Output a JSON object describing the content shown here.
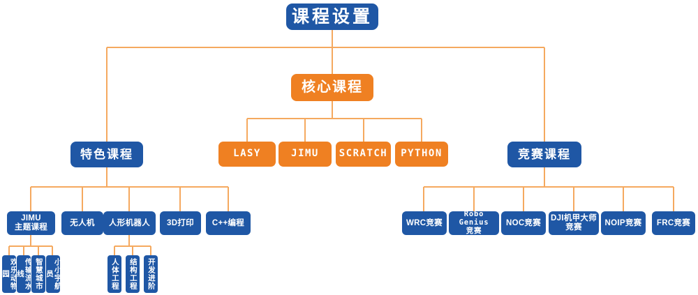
{
  "chart_data": {
    "type": "diagram",
    "title": "课程设置",
    "diagram_kind": "org-tree",
    "colors": {
      "blue": "#1f57a5",
      "orange": "#ef8022",
      "connector": "#f5a95f",
      "background": "#ffffff",
      "text": "#ffffff"
    },
    "nodes": [
      {
        "id": "root",
        "label": "课程设置",
        "color": "blue",
        "level": 0
      },
      {
        "id": "core",
        "label": "核心课程",
        "color": "orange",
        "level": 1
      },
      {
        "id": "featured",
        "label": "特色课程",
        "color": "blue",
        "level": 2
      },
      {
        "id": "competition",
        "label": "竞赛课程",
        "color": "blue",
        "level": 2
      },
      {
        "id": "lasy",
        "label": "LASY",
        "color": "orange",
        "level": 2
      },
      {
        "id": "jimu",
        "label": "JIMU",
        "color": "orange",
        "level": 2
      },
      {
        "id": "scratch",
        "label": "SCRATCH",
        "color": "orange",
        "level": 2
      },
      {
        "id": "python",
        "label": "PYTHON",
        "color": "orange",
        "level": 2
      },
      {
        "id": "jimu-theme",
        "label": "JIMU\n主题课程",
        "color": "blue",
        "level": 3
      },
      {
        "id": "drone",
        "label": "无人机",
        "color": "blue",
        "level": 3
      },
      {
        "id": "humanoid",
        "label": "人形机器人",
        "color": "blue",
        "level": 3
      },
      {
        "id": "3dprint",
        "label": "3D打印",
        "color": "blue",
        "level": 3
      },
      {
        "id": "cpp",
        "label": "C++编程",
        "color": "blue",
        "level": 3
      },
      {
        "id": "wrc",
        "label": "WRC竞赛",
        "color": "blue",
        "level": 3
      },
      {
        "id": "robogenius",
        "label": "Robo Genius\n竞赛",
        "color": "blue",
        "level": 3
      },
      {
        "id": "noc",
        "label": "NOC竞赛",
        "color": "blue",
        "level": 3
      },
      {
        "id": "dji",
        "label": "DJI机甲大师\n竞赛",
        "color": "blue",
        "level": 3
      },
      {
        "id": "noip",
        "label": "NOIP竞赛",
        "color": "blue",
        "level": 3
      },
      {
        "id": "frc",
        "label": "FRC竞赛",
        "color": "blue",
        "level": 3
      },
      {
        "id": "zoo",
        "label": "欢乐动物园",
        "color": "blue",
        "level": 4
      },
      {
        "id": "pipeline",
        "label": "传输流水线",
        "color": "blue",
        "level": 4
      },
      {
        "id": "smartcity",
        "label": "智慧城市",
        "color": "blue",
        "level": 4
      },
      {
        "id": "astronaut",
        "label": "小小宇航员",
        "color": "blue",
        "level": 4
      },
      {
        "id": "ergonomics",
        "label": "人体工程",
        "color": "blue",
        "level": 4
      },
      {
        "id": "structure",
        "label": "结构工程",
        "color": "blue",
        "level": 4
      },
      {
        "id": "advanced",
        "label": "开发进阶",
        "color": "blue",
        "level": 4
      }
    ],
    "edges": [
      [
        "root",
        "core"
      ],
      [
        "root",
        "featured"
      ],
      [
        "root",
        "competition"
      ],
      [
        "core",
        "lasy"
      ],
      [
        "core",
        "jimu"
      ],
      [
        "core",
        "scratch"
      ],
      [
        "core",
        "python"
      ],
      [
        "featured",
        "jimu-theme"
      ],
      [
        "featured",
        "drone"
      ],
      [
        "featured",
        "humanoid"
      ],
      [
        "featured",
        "3dprint"
      ],
      [
        "featured",
        "cpp"
      ],
      [
        "competition",
        "wrc"
      ],
      [
        "competition",
        "robogenius"
      ],
      [
        "competition",
        "noc"
      ],
      [
        "competition",
        "dji"
      ],
      [
        "competition",
        "noip"
      ],
      [
        "competition",
        "frc"
      ],
      [
        "jimu-theme",
        "zoo"
      ],
      [
        "jimu-theme",
        "pipeline"
      ],
      [
        "jimu-theme",
        "smartcity"
      ],
      [
        "jimu-theme",
        "astronaut"
      ],
      [
        "humanoid",
        "ergonomics"
      ],
      [
        "humanoid",
        "structure"
      ],
      [
        "humanoid",
        "advanced"
      ]
    ]
  },
  "tree": {
    "root": {
      "label": "课程设置"
    },
    "core": {
      "label": "核心课程"
    },
    "featured": {
      "label": "特色课程"
    },
    "competition": {
      "label": "竞赛课程"
    },
    "core_children": [
      {
        "label": "LASY"
      },
      {
        "label": "JIMU"
      },
      {
        "label": "SCRATCH"
      },
      {
        "label": "PYTHON"
      }
    ],
    "featured_children": [
      {
        "label": "JIMU\n主题课程"
      },
      {
        "label": "无人机"
      },
      {
        "label": "人形机器人"
      },
      {
        "label": "3D打印"
      },
      {
        "label": "C++编程"
      }
    ],
    "competition_children": [
      {
        "label": "WRC竞赛"
      },
      {
        "label": "Robo Genius\n竞赛"
      },
      {
        "label": "NOC竞赛"
      },
      {
        "label": "DJI机甲大师\n竞赛"
      },
      {
        "label": "NOIP竞赛"
      },
      {
        "label": "FRC竞赛"
      }
    ],
    "jimu_theme_children": [
      {
        "label": "欢乐动物园"
      },
      {
        "label": "传输流水线"
      },
      {
        "label": "智慧城市"
      },
      {
        "label": "小小宇航员"
      }
    ],
    "humanoid_children": [
      {
        "label": "人体工程"
      },
      {
        "label": "结构工程"
      },
      {
        "label": "开发进阶"
      }
    ]
  }
}
